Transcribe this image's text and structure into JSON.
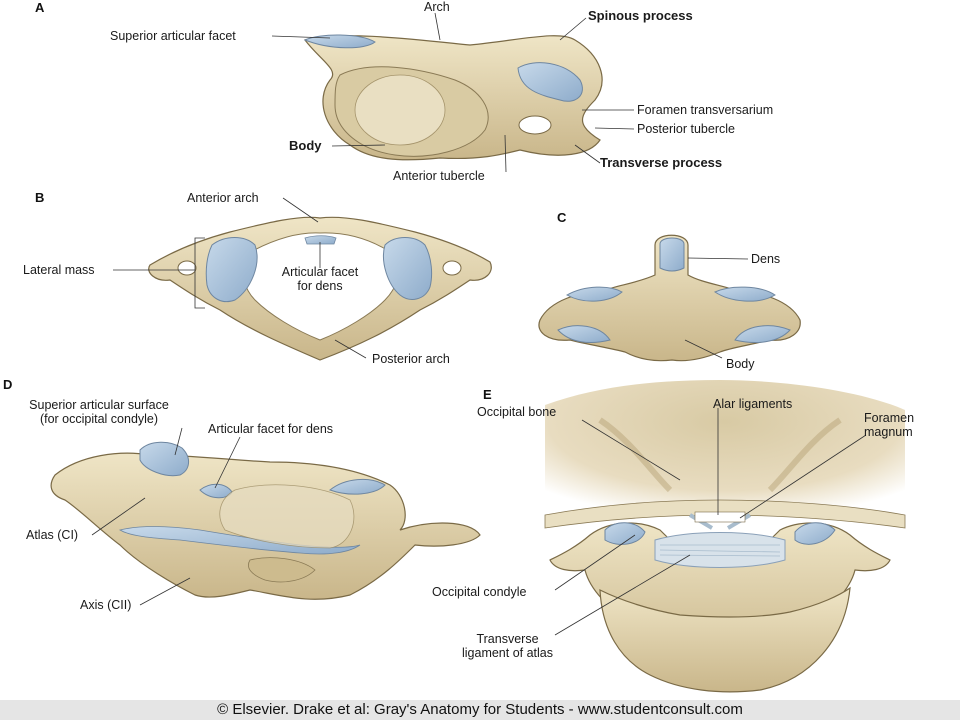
{
  "colors": {
    "bone": "#e3d6b0",
    "bone_shadow": "#b9a77c",
    "bone_outline": "#7a6a46",
    "cartilage": "#a9c2dc",
    "ligament": "#d8e2ea",
    "background": "#ffffff",
    "footer_bg": "#e5e5e5"
  },
  "panels": {
    "a": {
      "letter": "A",
      "labels": {
        "arch": "Arch",
        "spinous_process": "Spinous process",
        "superior_articular_facet": "Superior articular facet",
        "foramen_transversarium": "Foramen transversarium",
        "posterior_tubercle": "Posterior tubercle",
        "body": "Body",
        "transverse_process": "Transverse process",
        "anterior_tubercle": "Anterior tubercle"
      }
    },
    "b": {
      "letter": "B",
      "labels": {
        "anterior_arch": "Anterior arch",
        "lateral_mass": "Lateral mass",
        "articular_facet_line1": "Articular facet",
        "articular_facet_line2": "for dens",
        "posterior_arch": "Posterior arch"
      }
    },
    "c": {
      "letter": "C",
      "labels": {
        "dens": "Dens",
        "body": "Body"
      }
    },
    "d": {
      "letter": "D",
      "labels": {
        "superior_articular_surface_line1": "Superior articular surface",
        "superior_articular_surface_line2": "(for occipital condyle)",
        "articular_facet_for_dens": "Articular facet for dens",
        "atlas": "Atlas (CI)",
        "axis": "Axis (CII)"
      }
    },
    "e": {
      "letter": "E",
      "labels": {
        "occipital_bone": "Occipital bone",
        "alar_ligaments": "Alar ligaments",
        "foramen_magnum_line1": "Foramen",
        "foramen_magnum_line2": "magnum",
        "occipital_condyle": "Occipital condyle",
        "transverse_ligament_line1": "Transverse",
        "transverse_ligament_line2": "ligament of atlas"
      }
    }
  },
  "footer": {
    "credit": "© Elsevier. Drake et al: Gray's Anatomy for Students - www.studentconsult.com"
  }
}
